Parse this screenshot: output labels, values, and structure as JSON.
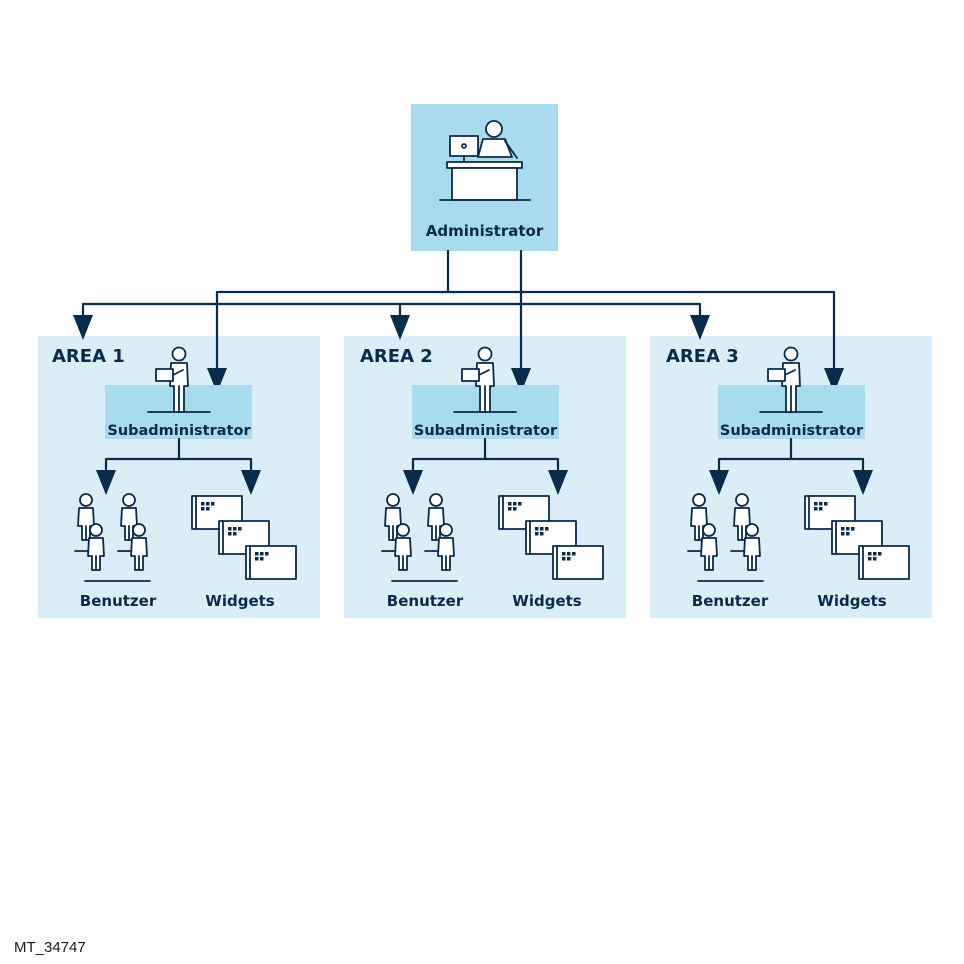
{
  "administrator": {
    "label": "Administrator"
  },
  "areas": [
    {
      "title": "AREA 1",
      "subadmin_label": "Subadministrator",
      "users_label": "Benutzer",
      "widgets_label": "Widgets"
    },
    {
      "title": "AREA 2",
      "subadmin_label": "Subadministrator",
      "users_label": "Benutzer",
      "widgets_label": "Widgets"
    },
    {
      "title": "AREA 3",
      "subadmin_label": "Subadministrator",
      "users_label": "Benutzer",
      "widgets_label": "Widgets"
    }
  ],
  "figure_code": "MT_34747",
  "colors": {
    "admin_box": "#a8dbee",
    "area_box": "#dbeef8",
    "subadmin_box": "#a8dbee",
    "line": "#0a2a4a"
  }
}
